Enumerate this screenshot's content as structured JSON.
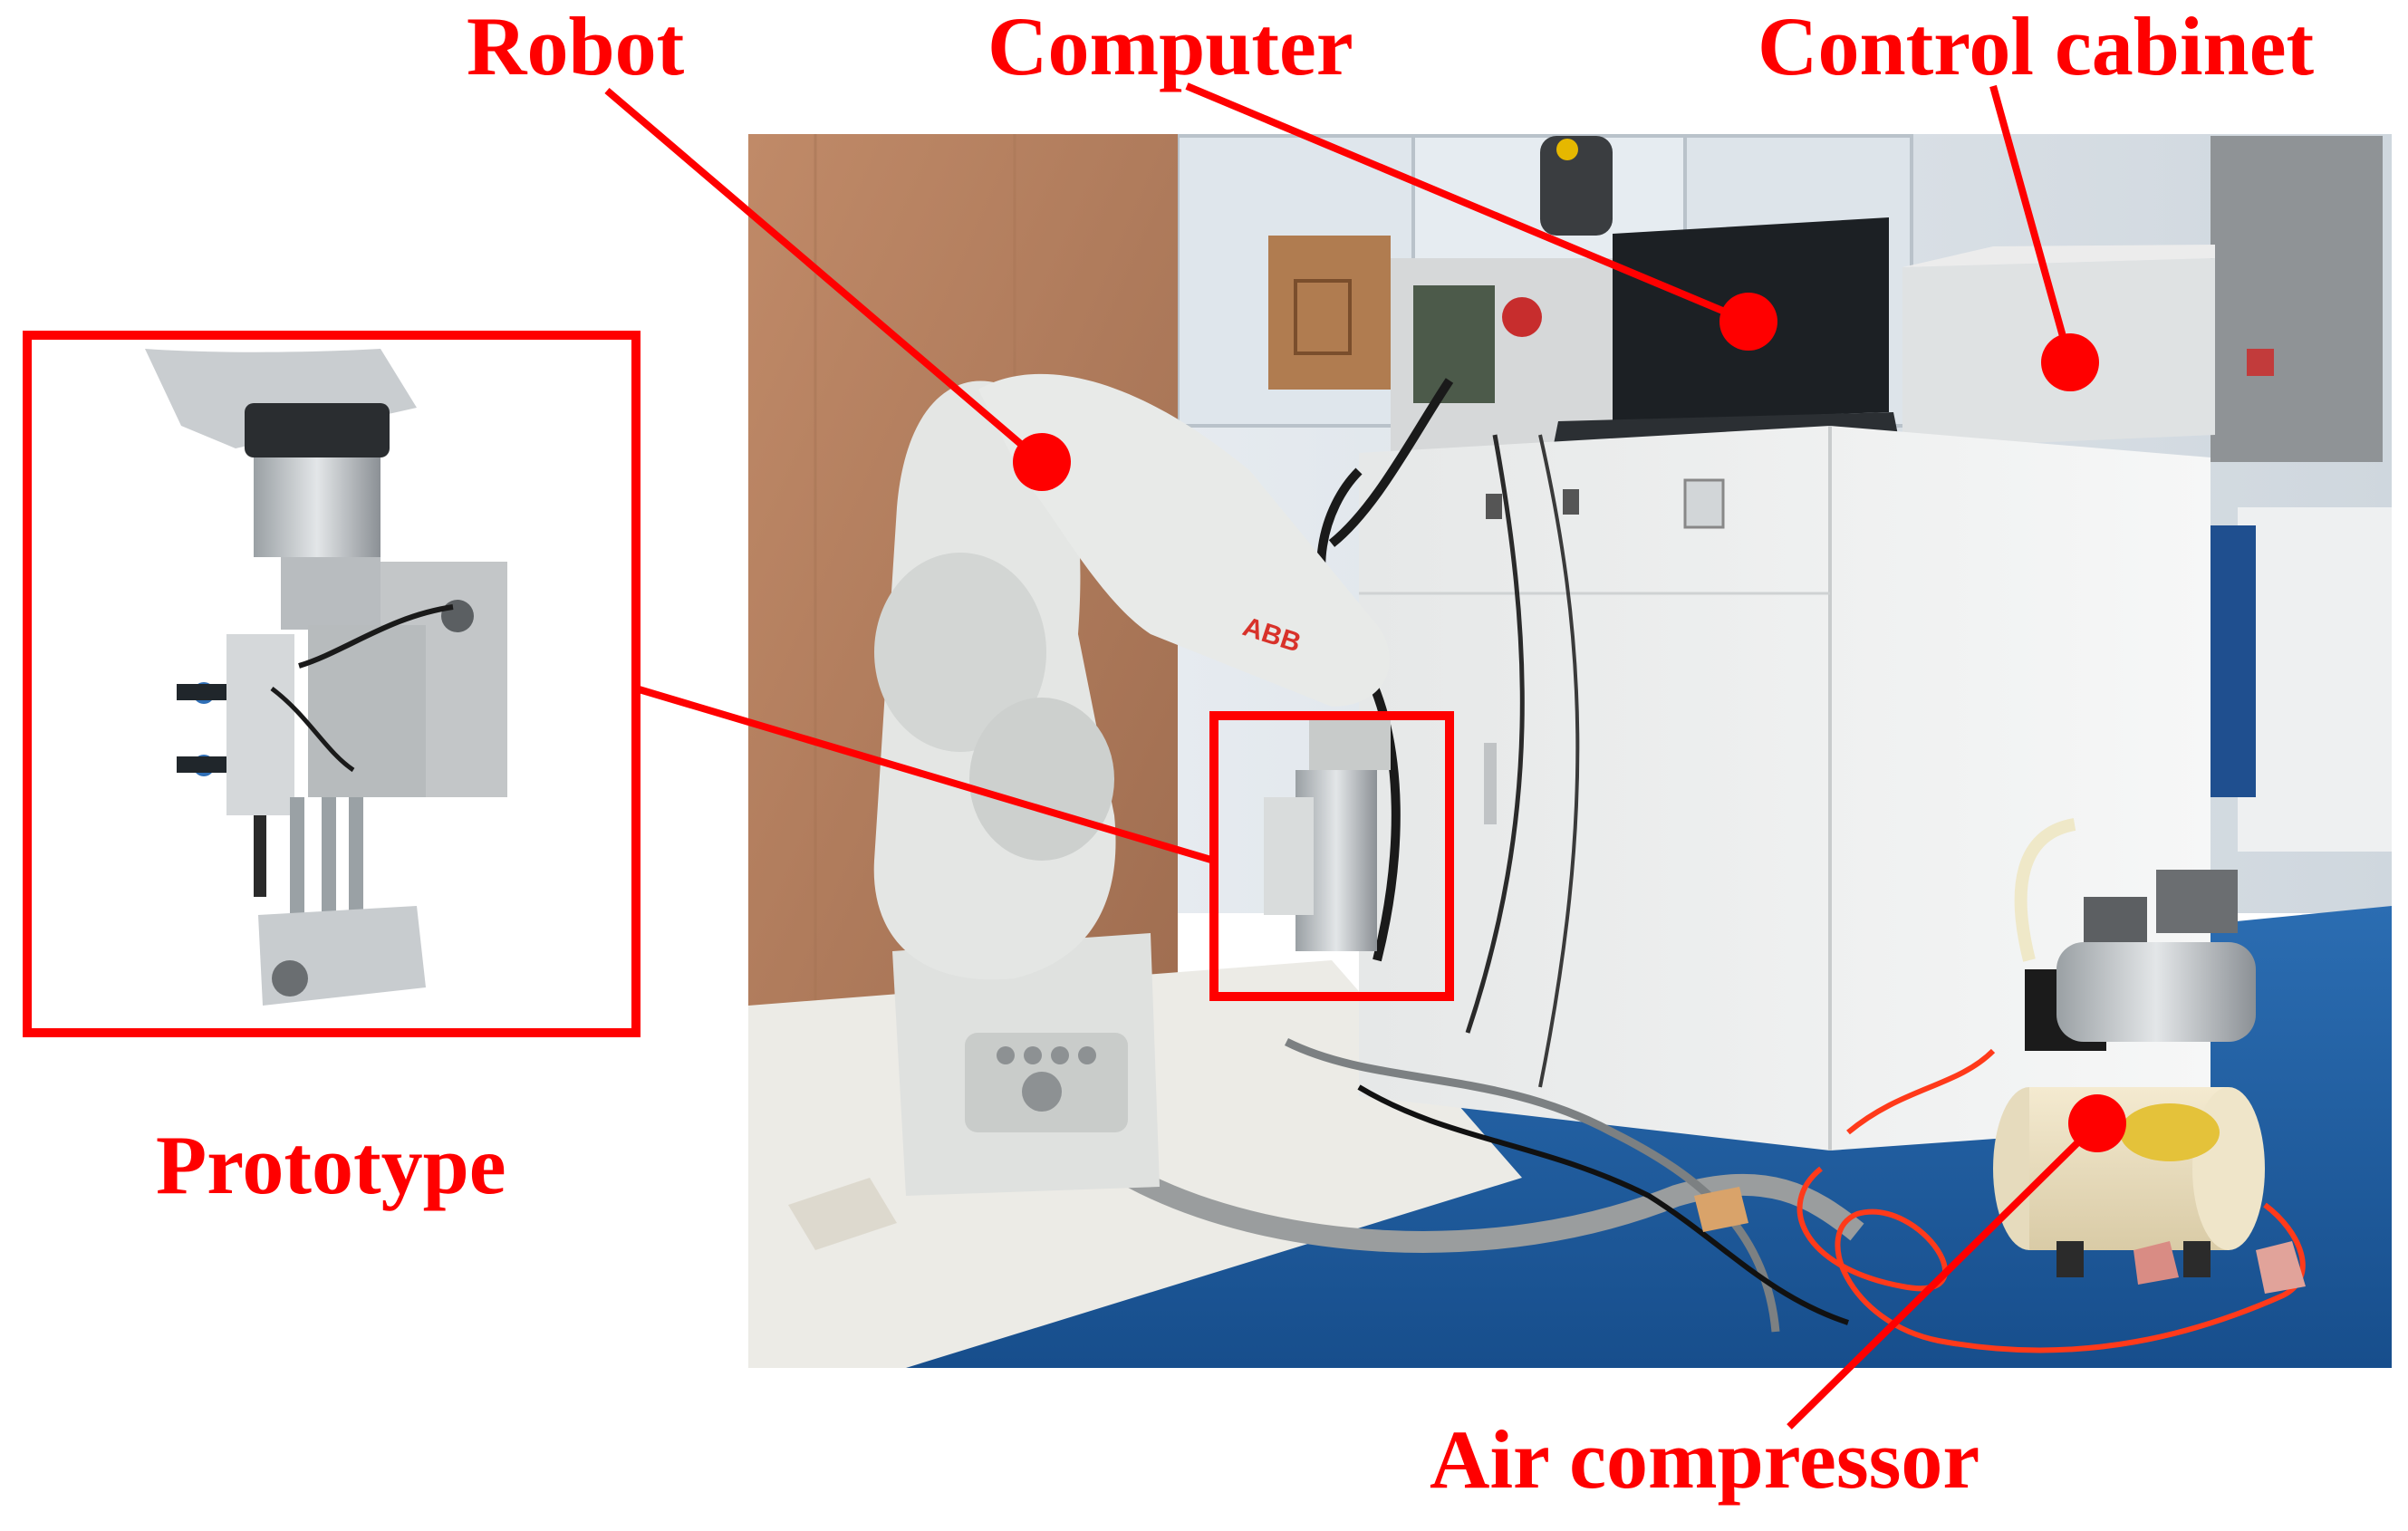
{
  "labels": {
    "robot": "Robot",
    "computer": "Computer",
    "control_cabinet": "Control cabinet",
    "prototype": "Prototype",
    "air_compressor": "Air compressor"
  },
  "colors": {
    "annotation": "#ff0000",
    "floor": "#1f5fa3",
    "wall_wood": "#b47f5e",
    "robot_body": "#e2e4e2",
    "cabinet": "#f1f2f2"
  }
}
